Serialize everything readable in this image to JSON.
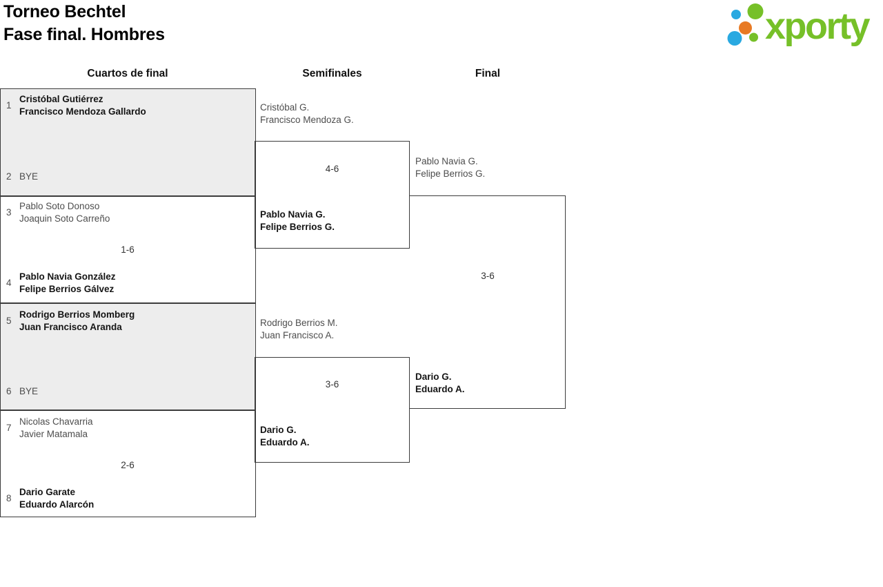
{
  "page": {
    "title_line1": "Torneo Bechtel",
    "title_line2": "Fase final. Hombres"
  },
  "logo": {
    "text": "xporty",
    "green": "#76c028",
    "blue": "#29a9e1",
    "orange": "#e87a24"
  },
  "rounds": {
    "quarterfinals_label": "Cuartos de final",
    "semifinals_label": "Semifinales",
    "final_label": "Final"
  },
  "quarterfinals": [
    {
      "team1": {
        "seed": "1",
        "line1": "Cristóbal Gutiérrez",
        "line2": "Francisco Mendoza Gallardo",
        "winner": true
      },
      "team2": {
        "seed": "2",
        "line1": "BYE",
        "line2": "",
        "winner": false
      },
      "score": ""
    },
    {
      "team1": {
        "seed": "3",
        "line1": "Pablo Soto Donoso",
        "line2": "Joaquin Soto Carreño",
        "winner": false
      },
      "team2": {
        "seed": "4",
        "line1": "Pablo Navia González",
        "line2": "Felipe Berrios Gálvez",
        "winner": true
      },
      "score": "1-6"
    },
    {
      "team1": {
        "seed": "5",
        "line1": "Rodrigo Berrios Momberg",
        "line2": "Juan Francisco Aranda",
        "winner": true
      },
      "team2": {
        "seed": "6",
        "line1": "BYE",
        "line2": "",
        "winner": false
      },
      "score": ""
    },
    {
      "team1": {
        "seed": "7",
        "line1": "Nicolas Chavarria",
        "line2": "Javier Matamala",
        "winner": false
      },
      "team2": {
        "seed": "8",
        "line1": "Dario Garate",
        "line2": "Eduardo Alarcón",
        "winner": true
      },
      "score": "2-6"
    }
  ],
  "semifinals": [
    {
      "team1": {
        "line1": "Cristóbal G.",
        "line2": "Francisco Mendoza G.",
        "winner": false
      },
      "team2": {
        "line1": "Pablo Navia G.",
        "line2": "Felipe Berrios G.",
        "winner": true
      },
      "score": "4-6"
    },
    {
      "team1": {
        "line1": "Rodrigo Berrios M.",
        "line2": "Juan Francisco A.",
        "winner": false
      },
      "team2": {
        "line1": "Dario G.",
        "line2": "Eduardo A.",
        "winner": true
      },
      "score": "3-6"
    }
  ],
  "final": {
    "team1": {
      "line1": "Pablo Navia G.",
      "line2": "Felipe Berrios G.",
      "winner": false
    },
    "team2": {
      "line1": "Dario G.",
      "line2": "Eduardo A.",
      "winner": true
    },
    "score": "3-6"
  }
}
